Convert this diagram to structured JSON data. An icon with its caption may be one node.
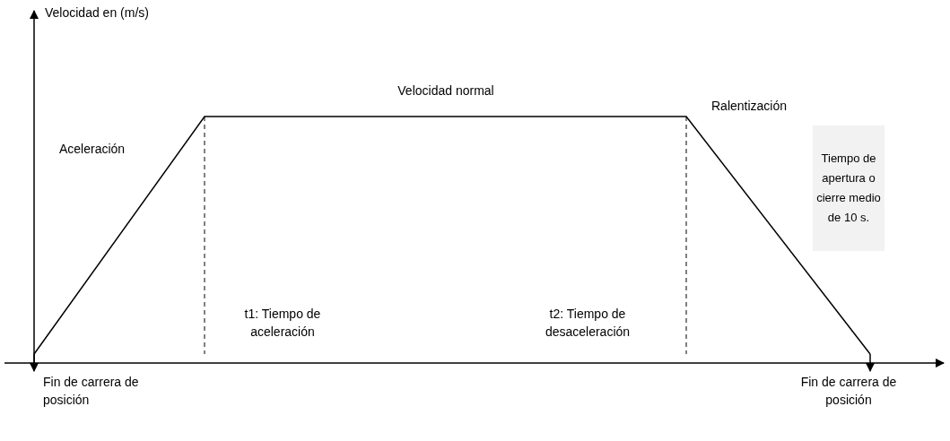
{
  "diagram": {
    "nodes": [
      {
        "text": [
          "Tiempo de apertura o cierre medio de 10 s."
        ]
      }
    ],
    "labels": [
      "Velocidad en (m/s)",
      "Velocidad normal",
      "Ralentización",
      "Aceleración",
      "t1: Tiempo de aceleración",
      "t2: Tiempo de desaceleración",
      "Fin de carrera de posición",
      "Fin de carrera de posición"
    ]
  }
}
